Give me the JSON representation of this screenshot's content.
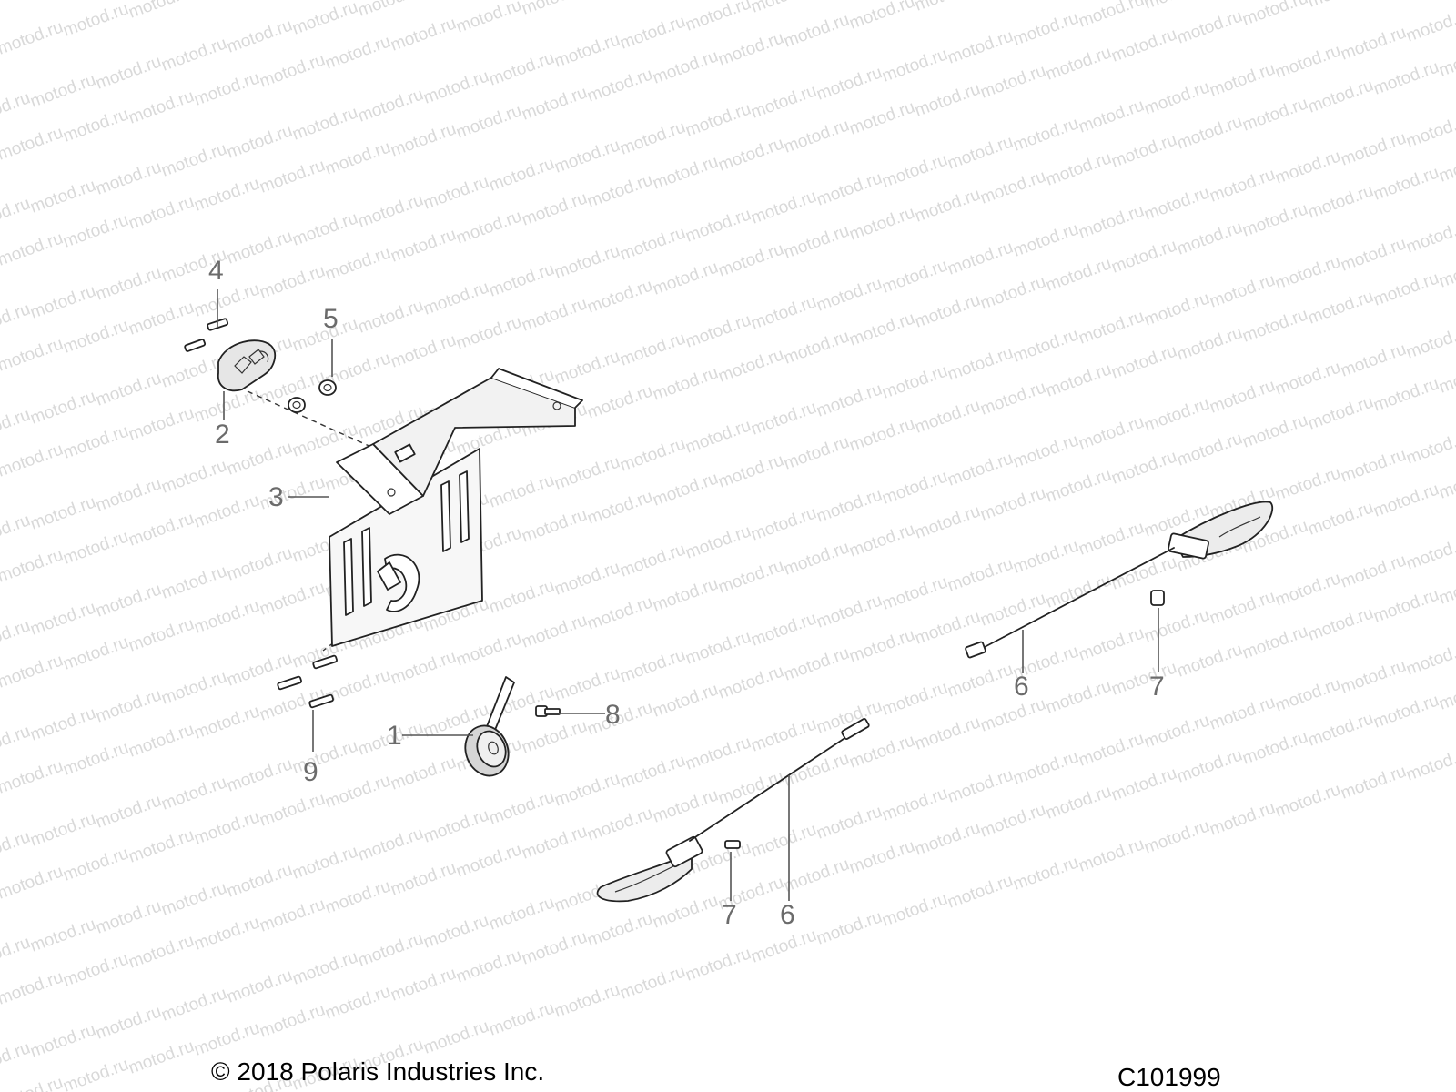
{
  "watermark": "motod.ru",
  "callouts": [
    "1",
    "2",
    "3",
    "4",
    "5",
    "6",
    "6",
    "7",
    "7",
    "8",
    "9"
  ],
  "copyright": "© 2018 Polaris Industries Inc.",
  "figure_code": "C101999"
}
